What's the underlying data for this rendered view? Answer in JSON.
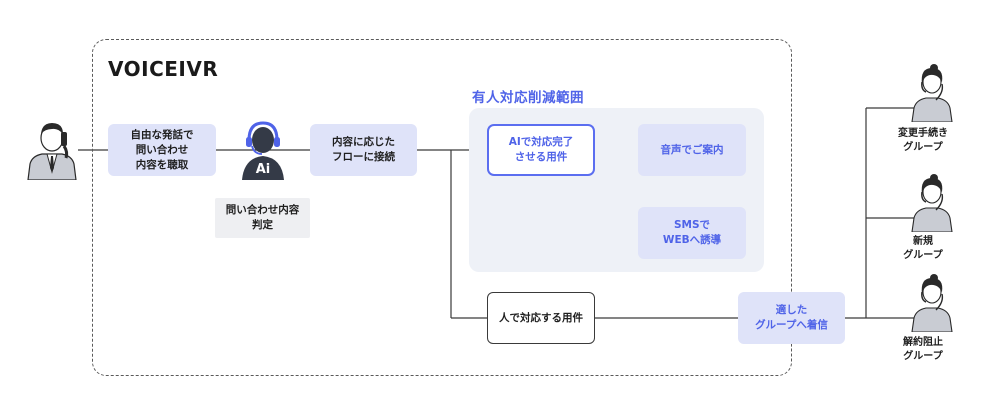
{
  "brand": "VOICEIVR",
  "zone_title": "有人対応削減範囲",
  "nodes": {
    "listen": "自由な発話で\n問い合わせ\n内容を聴取",
    "ai_badge": "Ai",
    "judge": "問い合わせ内容\n判定",
    "connect": "内容に応じた\nフローに接続",
    "ai_complete": "AIで対応完了\nさせる用件",
    "voice_guide": "音声でご案内",
    "sms_web": "SMSで\nWEBへ誘導",
    "human": "人で対応する用件",
    "route": "適した\nグループへ着信"
  },
  "groups": [
    {
      "label": "変更手続き\nグループ"
    },
    {
      "label": "新規\nグループ"
    },
    {
      "label": "解約阻止\nグループ"
    }
  ],
  "colors": {
    "accent": "#4f63e8",
    "box_fill": "#dfe3f9",
    "zone_fill": "#eef1f7",
    "line": "#3a3a3a"
  },
  "icons": [
    "caller-icon",
    "ai-operator-icon",
    "agent-icon"
  ]
}
